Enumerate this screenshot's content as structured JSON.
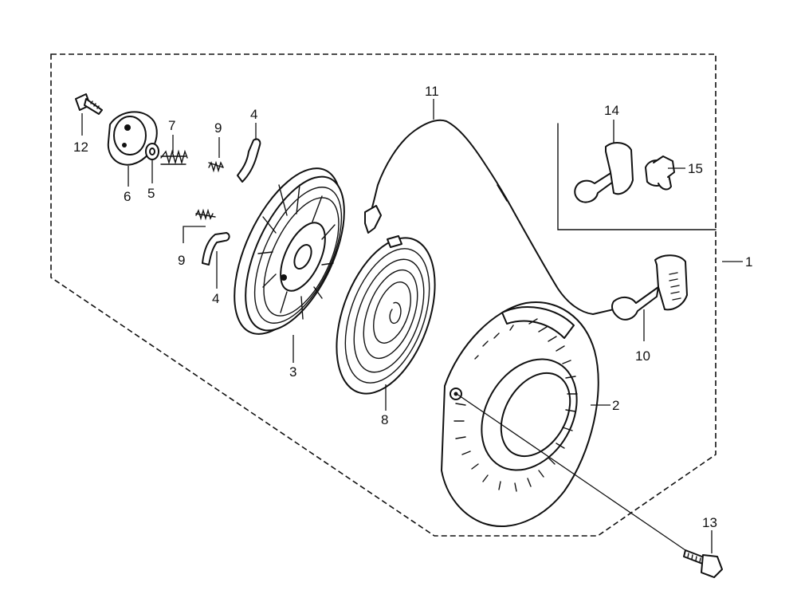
{
  "labels": {
    "p1": "1",
    "p2": "2",
    "p3": "3",
    "p4a": "4",
    "p4b": "4",
    "p5": "5",
    "p6": "6",
    "p7": "7",
    "p8": "8",
    "p9a": "9",
    "p9b": "9",
    "p10": "10",
    "p11": "11",
    "p12": "12",
    "p13": "13",
    "p14": "14",
    "p15": "15"
  },
  "colors": {
    "ink": "#111111",
    "paper": "#ffffff"
  }
}
